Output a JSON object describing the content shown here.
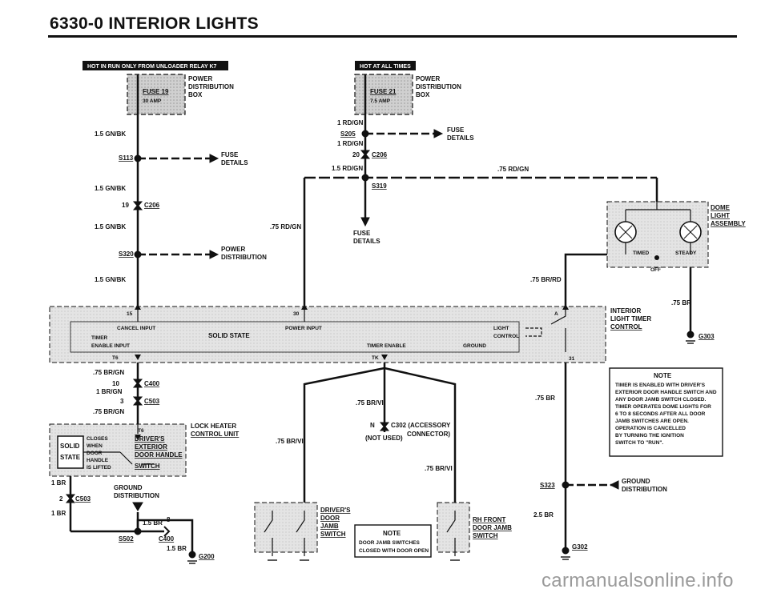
{
  "page": {
    "title": "6330-0  INTERIOR LIGHTS",
    "watermark": "carmanualsonline.info"
  },
  "banners": {
    "left": "HOT IN RUN ONLY FROM UNLOADER RELAY K7",
    "right": "HOT AT ALL TIMES"
  },
  "fuse19": {
    "name": "FUSE 19",
    "rating": "30 AMP",
    "box": [
      "POWER",
      "DISTRIBUTION",
      "BOX"
    ]
  },
  "fuse21": {
    "name": "FUSE 21",
    "rating": "7.5 AMP",
    "box": [
      "POWER",
      "DISTRIBUTION",
      "BOX"
    ]
  },
  "left_circuit": {
    "wire1": "1.5 GN/BK",
    "s113": "S113",
    "fuse_details": [
      "FUSE",
      "DETAILS"
    ],
    "wire2": "1.5 GN/BK",
    "c206_pin": "19",
    "c206": "C206",
    "wire3": "1.5 GN/BK",
    "s320": "S320",
    "power_dist": [
      "POWER",
      "DISTRIBUTION"
    ],
    "wire4": "1.5 GN/BK"
  },
  "mid_circuit": {
    "w1": "1 RD/GN",
    "s205": "S205",
    "fuse_details": [
      "FUSE",
      "DETAILS"
    ],
    "w2": "1 RD/GN",
    "c206_pin": "20",
    "c206": "C206",
    "w3": "1.5 RD/GN",
    "s319": "S319",
    "fuse_details2": [
      "FUSE",
      "DETAILS"
    ],
    "w4": ".75 RD/GN",
    "w5": ".75 RD/GN"
  },
  "dome": {
    "label": [
      "DOME",
      "LIGHT",
      "ASSEMBLY"
    ],
    "timed": "TIMED",
    "steady": "STEADY",
    "off": "OFF"
  },
  "timer": {
    "pin15": "15",
    "pin30": "30",
    "pinA": "A",
    "pin31": "31",
    "pinT6": "T6",
    "pinTK": "TK",
    "cancel": "CANCEL INPUT",
    "timer_enable_input": [
      "TIMER",
      "ENABLE INPUT"
    ],
    "solid_state": "SOLID STATE",
    "power_input": "POWER INPUT",
    "timer_enable": "TIMER ENABLE",
    "light_control": [
      "LIGHT",
      "CONTROL"
    ],
    "ground": "GROUND",
    "label": [
      "INTERIOR",
      "LIGHT TIMER",
      "CONTROL"
    ]
  },
  "right_circuit": {
    "w1": ".75 BR/RD",
    "w2": ".75 BR",
    "g303": "G303",
    "w3": ".75 BR",
    "s323": "S323",
    "ground_dist": [
      "GROUND",
      "DISTRIBUTION"
    ],
    "w4": "2.5 BR",
    "g302": "G302"
  },
  "note1": {
    "title": "NOTE",
    "lines": [
      "TIMER IS ENABLED WITH DRIVER'S",
      "EXTERIOR DOOR HANDLE SWITCH AND",
      "ANY DOOR JAMB SWITCH CLOSED.",
      "TIMER OPERATES DOME LIGHTS FOR",
      "6 TO 8 SECONDS AFTER ALL DOOR",
      "JAMB SWITCHES ARE OPEN.",
      "OPERATION IS CANCELLED",
      "BY TURNING THE IGNITION",
      "SWITCH TO \"RUN\"."
    ]
  },
  "lower_left": {
    "w1": ".75 BR/GN",
    "c400_pin": "10",
    "c400": "C400",
    "w2": "1 BR/GN",
    "c503_pin": "3",
    "c503": "C503",
    "w3": ".75 BR/GN",
    "t6": "T6",
    "solid": "SOLID",
    "state": "STATE",
    "closes": [
      "CLOSES",
      "WHEN",
      "DOOR",
      "HANDLE",
      "IS LIFTED"
    ],
    "switch_label": [
      "DRIVER'S",
      "EXTERIOR",
      "DOOR HANDLE",
      "SWITCH"
    ],
    "heater": [
      "LOCK HEATER",
      "CONTROL UNIT"
    ],
    "w4": "1 BR",
    "gnd": [
      "GROUND",
      "DISTRIBUTION"
    ],
    "c503b_pin": "2",
    "c503b": "C503",
    "w5": "1 BR",
    "w6": "1.5 BR",
    "pin8": "8",
    "s502": "S502",
    "c400b": "C400",
    "w7": "1.5 BR",
    "g200": "G200"
  },
  "lower_mid": {
    "w1": ".75 BR/VI",
    "c302_pin": "N",
    "c302": "C302 (ACCESSORY",
    "connector": "CONNECTOR)",
    "not_used": "(NOT USED)",
    "w2": ".75 BR/VI",
    "w3": ".75 BR/VI",
    "driver_jamb": [
      "DRIVER'S",
      "DOOR",
      "JAMB",
      "SWITCH"
    ],
    "rh_jamb": [
      "RH FRONT",
      "DOOR JAMB",
      "SWITCH"
    ],
    "note_title": "NOTE",
    "note_lines": [
      "DOOR JAMB SWITCHES",
      "CLOSED WITH DOOR OPEN"
    ]
  }
}
